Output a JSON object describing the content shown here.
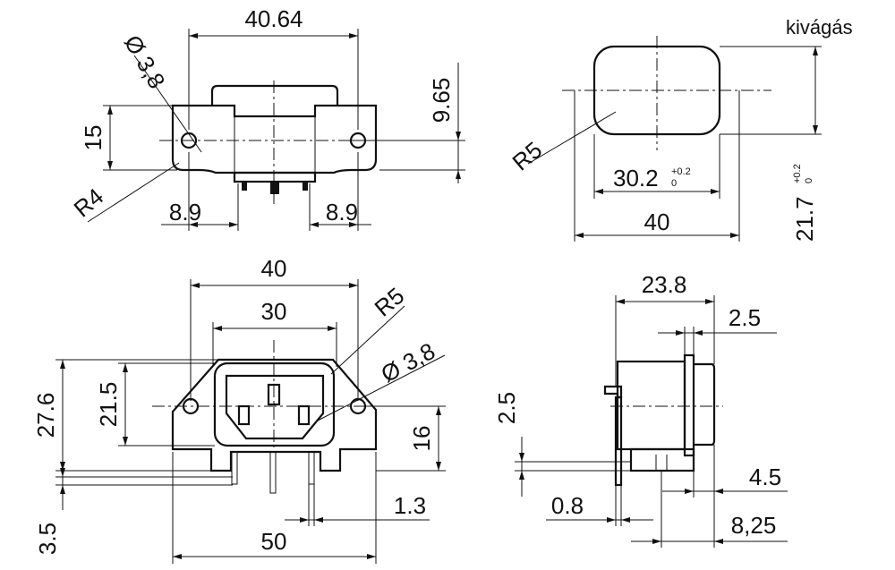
{
  "labels": {
    "kivagas": "kivágás",
    "top_width": "40.64",
    "top_hole_dia": "Ø 3,8",
    "top_height_15": "15",
    "top_r4": "R4",
    "top_9_65": "9.65",
    "top_8_9_left": "8.9",
    "top_8_9_right": "8.9",
    "cut_r5": "R5",
    "cut_30_2": "30.2",
    "cut_30_2_tol_up": "+0.2",
    "cut_30_2_tol_low": "0",
    "cut_40": "40",
    "cut_21_7": "21.7",
    "cut_21_7_tol_up": "+0.2",
    "cut_21_7_tol_low": "0",
    "front_40": "40",
    "front_30": "30",
    "front_r5": "R5",
    "front_hole_dia": "Ø 3,8",
    "front_27_6": "27.6",
    "front_21_5": "21.5",
    "front_16": "16",
    "front_3_5": "3.5",
    "front_1_3": "1.3",
    "front_50": "50",
    "side_23_8": "23.8",
    "side_2_5_top": "2.5",
    "side_2_5_left": "2.5",
    "side_4_5": "4.5",
    "side_0_8": "0.8",
    "side_8_25": "8,25"
  }
}
